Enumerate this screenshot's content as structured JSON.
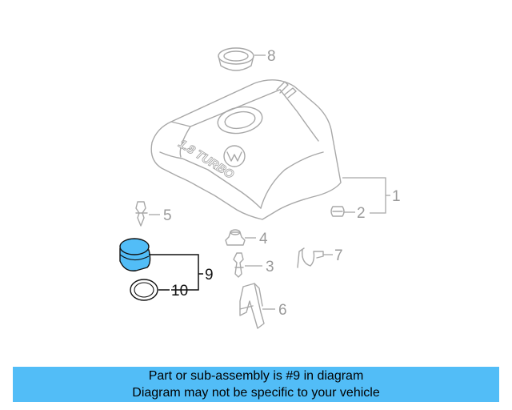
{
  "diagram": {
    "highlight_color": "#52bdf7",
    "cover_text": "1.8 TURBO",
    "callouts": {
      "c1": "1",
      "c2": "2",
      "c3": "3",
      "c4": "4",
      "c5": "5",
      "c6": "6",
      "c7": "7",
      "c8": "8",
      "c9": "9",
      "c10": "10"
    }
  },
  "caption": {
    "line1": "Part or sub-assembly is #9 in diagram",
    "line2": "Diagram may not be specific to your vehicle",
    "background": "#52bdf7"
  }
}
